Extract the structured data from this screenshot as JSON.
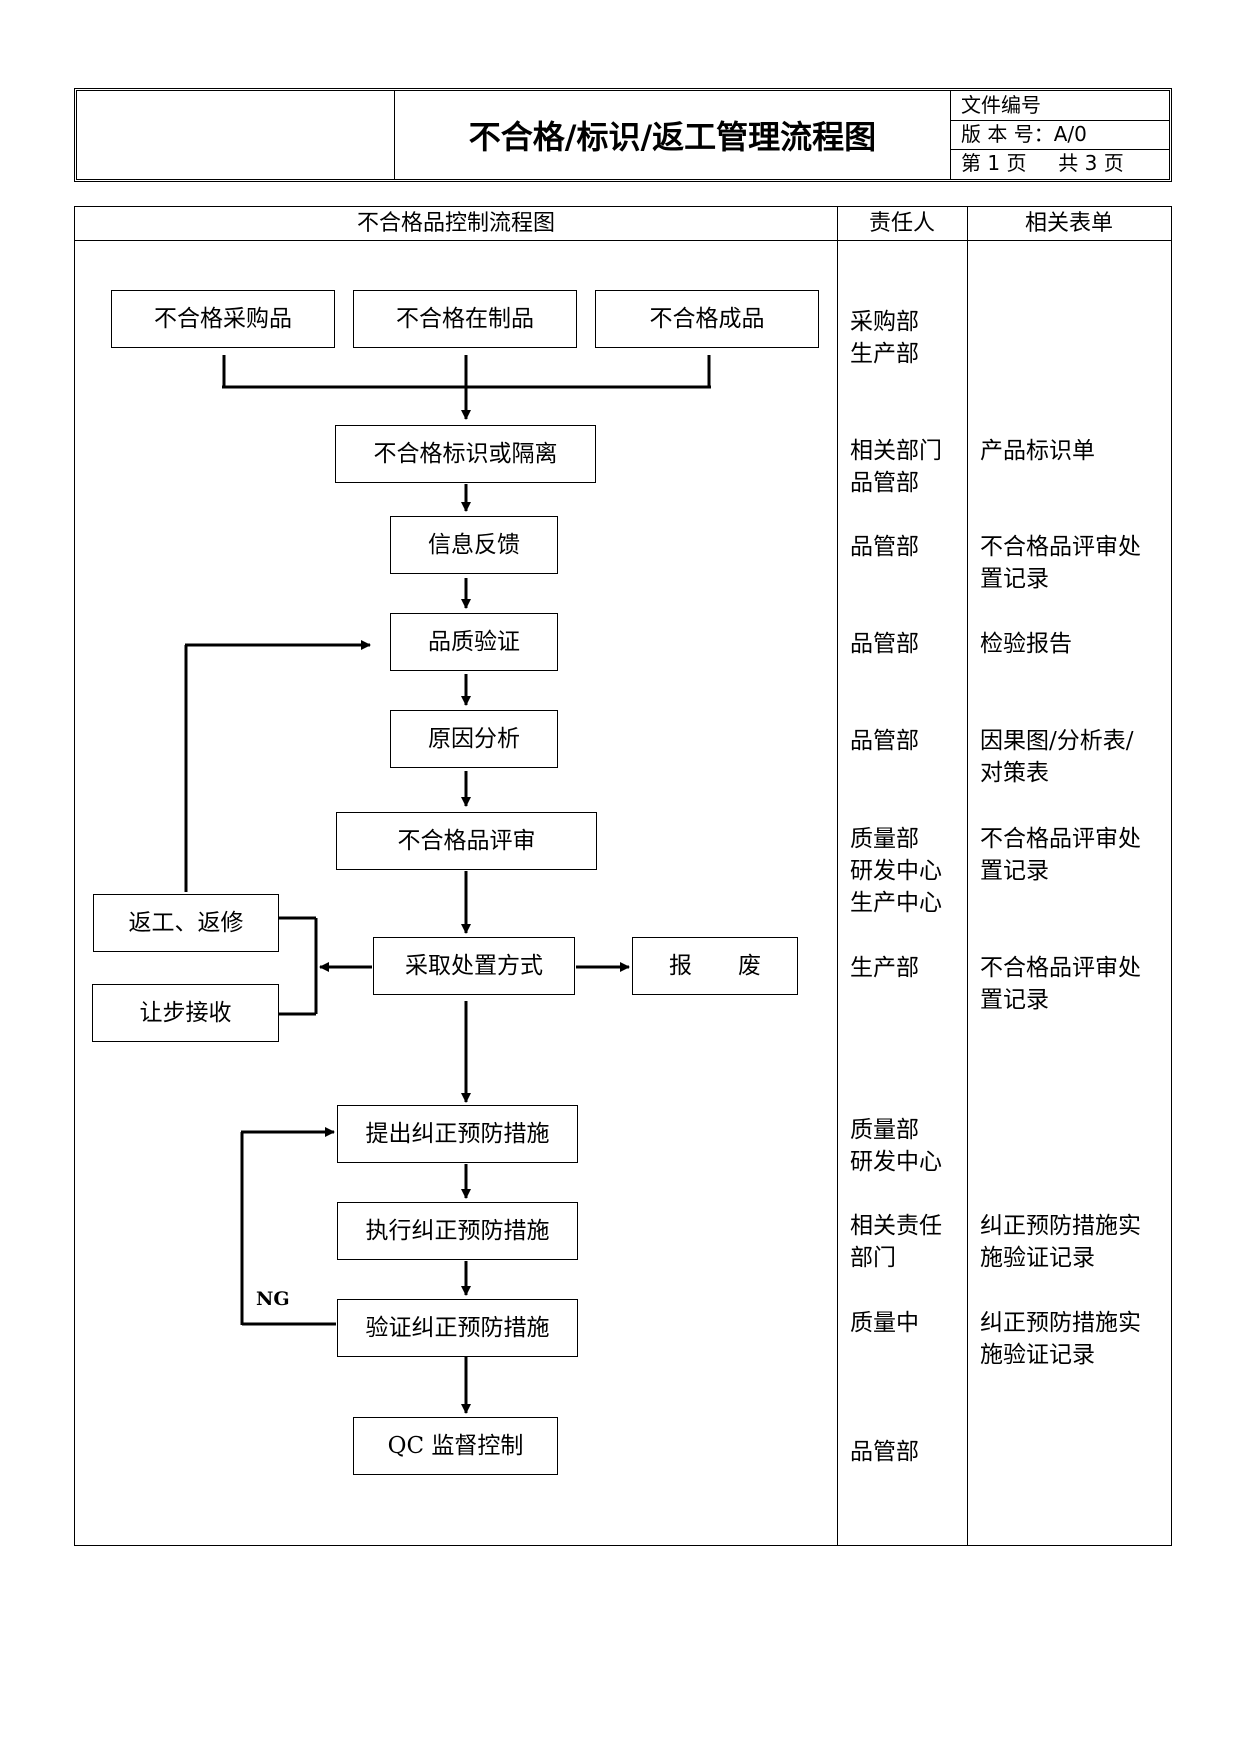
{
  "header": {
    "title": "不合格/标识/返工管理流程图",
    "doc_no_label": "文件编号",
    "version_label": "版 本 号：",
    "version_value": "A/0",
    "page_label_a": "第",
    "page_current": "1",
    "page_label_b": "页",
    "page_label_c": "共",
    "page_total": "3",
    "page_label_d": "页"
  },
  "table": {
    "col_flow": "不合格品控制流程图",
    "col_owner": "责任人",
    "col_forms": "相关表单"
  },
  "flow": {
    "purchased": "不合格采购品",
    "wip": "不合格在制品",
    "finished": "不合格成品",
    "identify": "不合格标识或隔离",
    "feedback": "信息反馈",
    "verify_quality": "品质验证",
    "cause": "原因分析",
    "review": "不合格品评审",
    "rework": "返工、返修",
    "concession": "让步接收",
    "disposal": "采取处置方式",
    "scrap": "报　　废",
    "propose": "提出纠正预防措施",
    "execute": "执行纠正预防措施",
    "verify_action": "验证纠正预防措施",
    "qc": "QC 监督控制",
    "ng": "NG"
  },
  "owners": [
    [
      "采购部",
      "生产部"
    ],
    [
      "相关部门",
      "品管部"
    ],
    [
      "品管部"
    ],
    [
      "品管部"
    ],
    [
      "品管部"
    ],
    [
      "质量部",
      "研发中心",
      "生产中心"
    ],
    [
      "生产部"
    ],
    [
      "质量部",
      "研发中心"
    ],
    [
      "相关责任",
      "部门"
    ],
    [
      "质量中"
    ],
    [
      "品管部"
    ]
  ],
  "forms": [
    [
      "产品标识单"
    ],
    [
      "不合格品评审处",
      "置记录"
    ],
    [
      "检验报告"
    ],
    [
      "因果图/分析表/",
      "对策表"
    ],
    [
      "不合格品评审处",
      "置记录"
    ],
    [
      "不合格品评审处",
      "置记录"
    ],
    [
      "纠正预防措施实",
      "施验证记录"
    ],
    [
      "纠正预防措施实",
      "施验证记录"
    ]
  ]
}
